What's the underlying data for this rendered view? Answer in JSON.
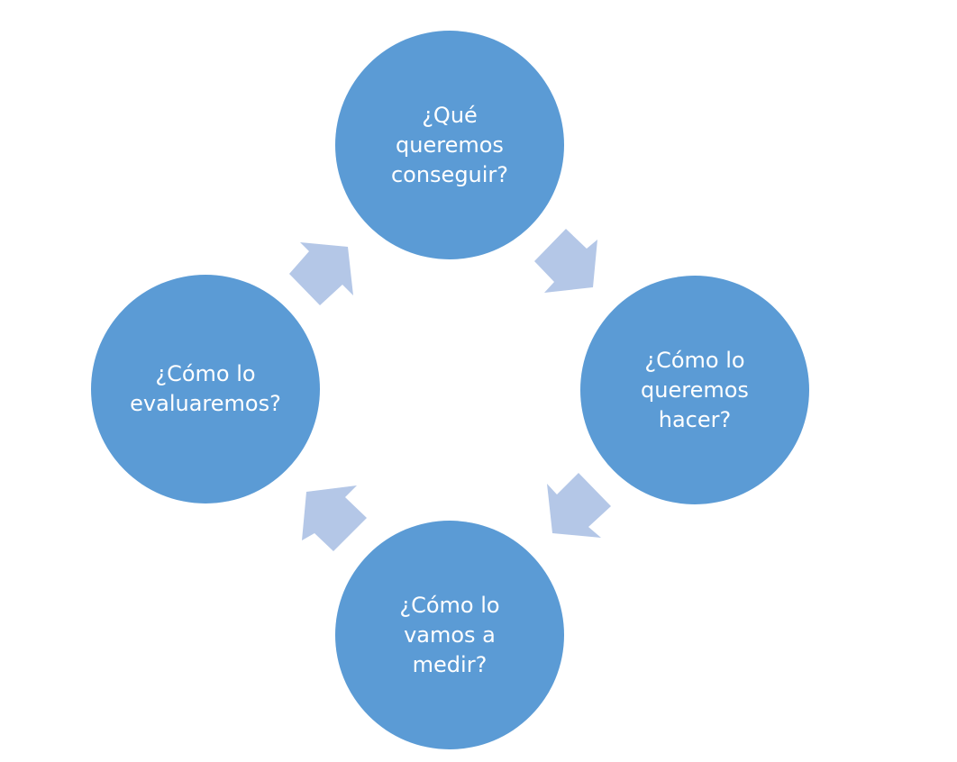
{
  "colors": {
    "node_fill": "#5b9bd5",
    "arrow_fill": "#b4c7e7",
    "text": "#ffffff",
    "background": "#ffffff"
  },
  "diagram": {
    "type": "cycle",
    "nodes": [
      {
        "id": "top",
        "label": "¿Qué\nqueremos\nconseguir?"
      },
      {
        "id": "right",
        "label": "¿Cómo lo\nqueremos\nhacer?"
      },
      {
        "id": "bottom",
        "label": "¿Cómo lo\nvamos a\nmedir?"
      },
      {
        "id": "left",
        "label": "¿Cómo lo\nevaluaremos?"
      }
    ],
    "edges": [
      {
        "from": "top",
        "to": "right"
      },
      {
        "from": "right",
        "to": "bottom"
      },
      {
        "from": "bottom",
        "to": "left"
      },
      {
        "from": "left",
        "to": "top"
      }
    ]
  }
}
